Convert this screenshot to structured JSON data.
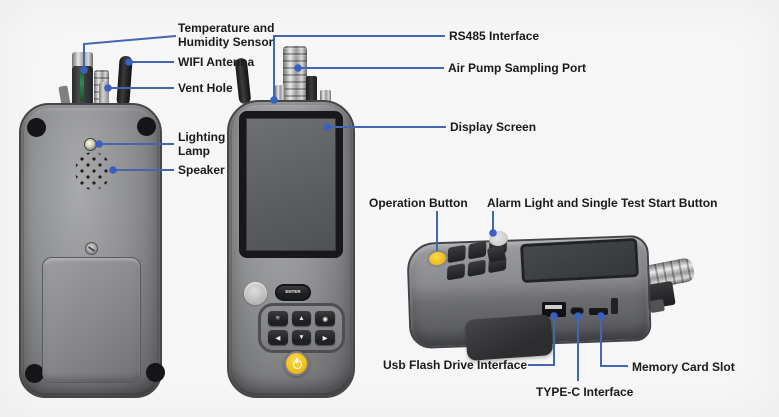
{
  "diagram_title": "Gas detector parts callout diagram",
  "colors": {
    "background": "#f6f6f7",
    "leader_line": "#4466ae",
    "leader_dot": "#3a60c2",
    "label_text": "#1a1a1a",
    "device_body": "#8f9092",
    "power_button_yellow": "#f0be1d",
    "sensor_slit_green": "#2e8a4f"
  },
  "callouts": {
    "temp_humidity": "Temperature and Humidity Sensor",
    "wifi": "WIFI Antenna",
    "vent": "Vent Hole",
    "lighting": "Lighting Lamp",
    "speaker": "Speaker",
    "rs485": "RS485 Interface",
    "air_pump": "Air Pump Sampling Port",
    "display": "Display Screen",
    "operation": "Operation Button",
    "alarm": "Alarm Light and Single Test Start Button",
    "usb": "Usb Flash Drive Interface",
    "typec": "TYPE-C Interface",
    "memory": "Memory Card Slot"
  },
  "device": {
    "keypad": {
      "enter_label": "ENTER",
      "nav_keys": [
        "≡",
        "▲",
        "◉",
        "◀",
        "▼",
        "▶"
      ]
    }
  }
}
